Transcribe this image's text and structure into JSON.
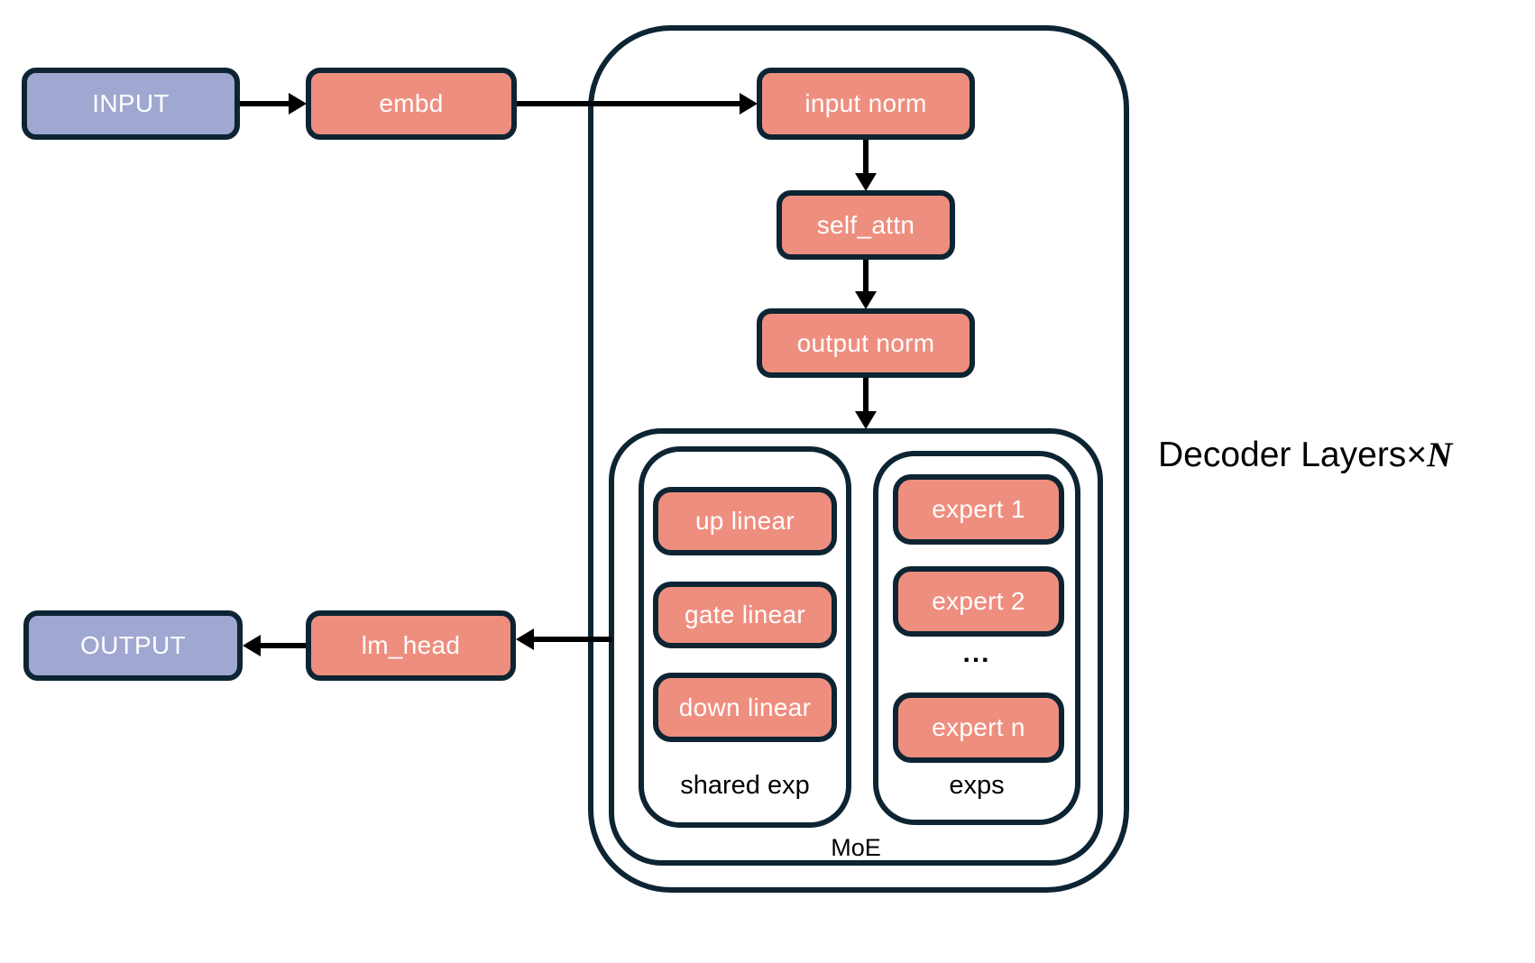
{
  "nodes": {
    "input": {
      "label": "INPUT"
    },
    "embd": {
      "label": "embd"
    },
    "input_norm": {
      "label": "input norm"
    },
    "self_attn": {
      "label": "self_attn"
    },
    "output_norm": {
      "label": "output norm"
    },
    "up_linear": {
      "label": "up linear"
    },
    "gate_linear": {
      "label": "gate linear"
    },
    "down_linear": {
      "label": "down linear"
    },
    "expert_1": {
      "label": "expert 1"
    },
    "expert_2": {
      "label": "expert 2"
    },
    "expert_n": {
      "label": "expert n"
    },
    "lm_head": {
      "label": "lm_head"
    },
    "output": {
      "label": "OUTPUT"
    }
  },
  "groups": {
    "shared_exp": {
      "label": "shared exp"
    },
    "exps": {
      "label": "exps",
      "ellipsis": "..."
    },
    "moe": {
      "label": "MoE"
    },
    "decoder": {
      "label_prefix": "Decoder Layers",
      "times": "×",
      "n": "N"
    }
  },
  "colors": {
    "node_fill_salmon": "#ee8e7f",
    "node_fill_purple": "#a0a7d1",
    "border_navy": "#0d2433",
    "arrow_black": "#000000",
    "node_text": "#ffffff",
    "label_text": "#000000",
    "background": "#ffffff"
  }
}
